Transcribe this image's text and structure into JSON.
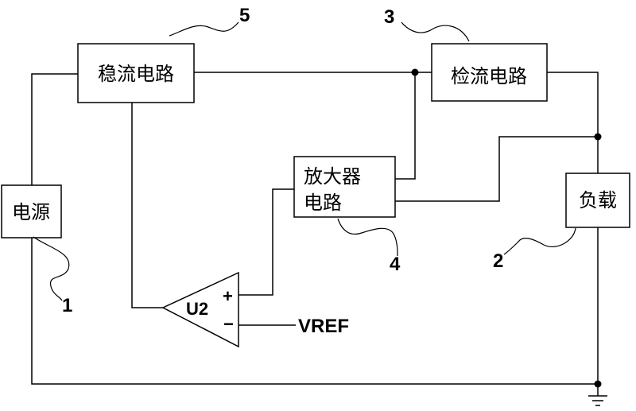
{
  "blocks": {
    "power_supply": "电源",
    "current_regulator": "稳流电路",
    "current_sensor": "检流电路",
    "amplifier_line1": "放大器",
    "amplifier_line2": "电路",
    "load": "负载"
  },
  "opamp": {
    "label": "U2",
    "plus": "+",
    "minus": "−",
    "reference": "VREF"
  },
  "callouts": {
    "power_supply": "1",
    "load": "2",
    "current_sensor": "3",
    "amplifier": "4",
    "current_regulator": "5"
  }
}
